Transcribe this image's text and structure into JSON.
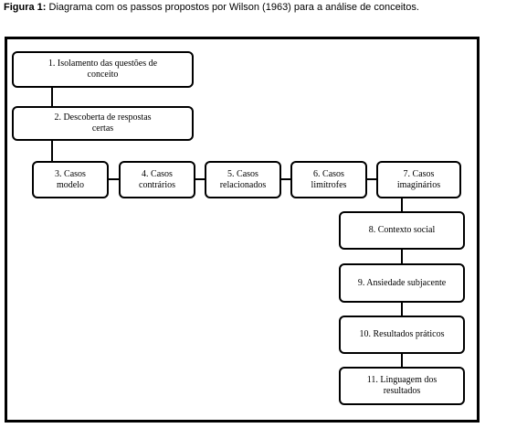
{
  "caption": {
    "label": "Figura 1:",
    "text": " Diagrama com os passos propostos por Wilson (1963) para a análise de conceitos."
  },
  "steps": [
    "1. Isolamento das questões de\nconceito",
    "2. Descoberta de respostas\ncertas",
    "3. Casos\nmodelo",
    "4. Casos\ncontrários",
    "5. Casos\nrelacionados",
    "6. Casos\nlimítrofes",
    "7. Casos\nimaginários",
    "8. Contexto social",
    "9. Ansiedade subjacente",
    "10. Resultados práticos",
    "11. Linguagem dos\nresultados"
  ]
}
